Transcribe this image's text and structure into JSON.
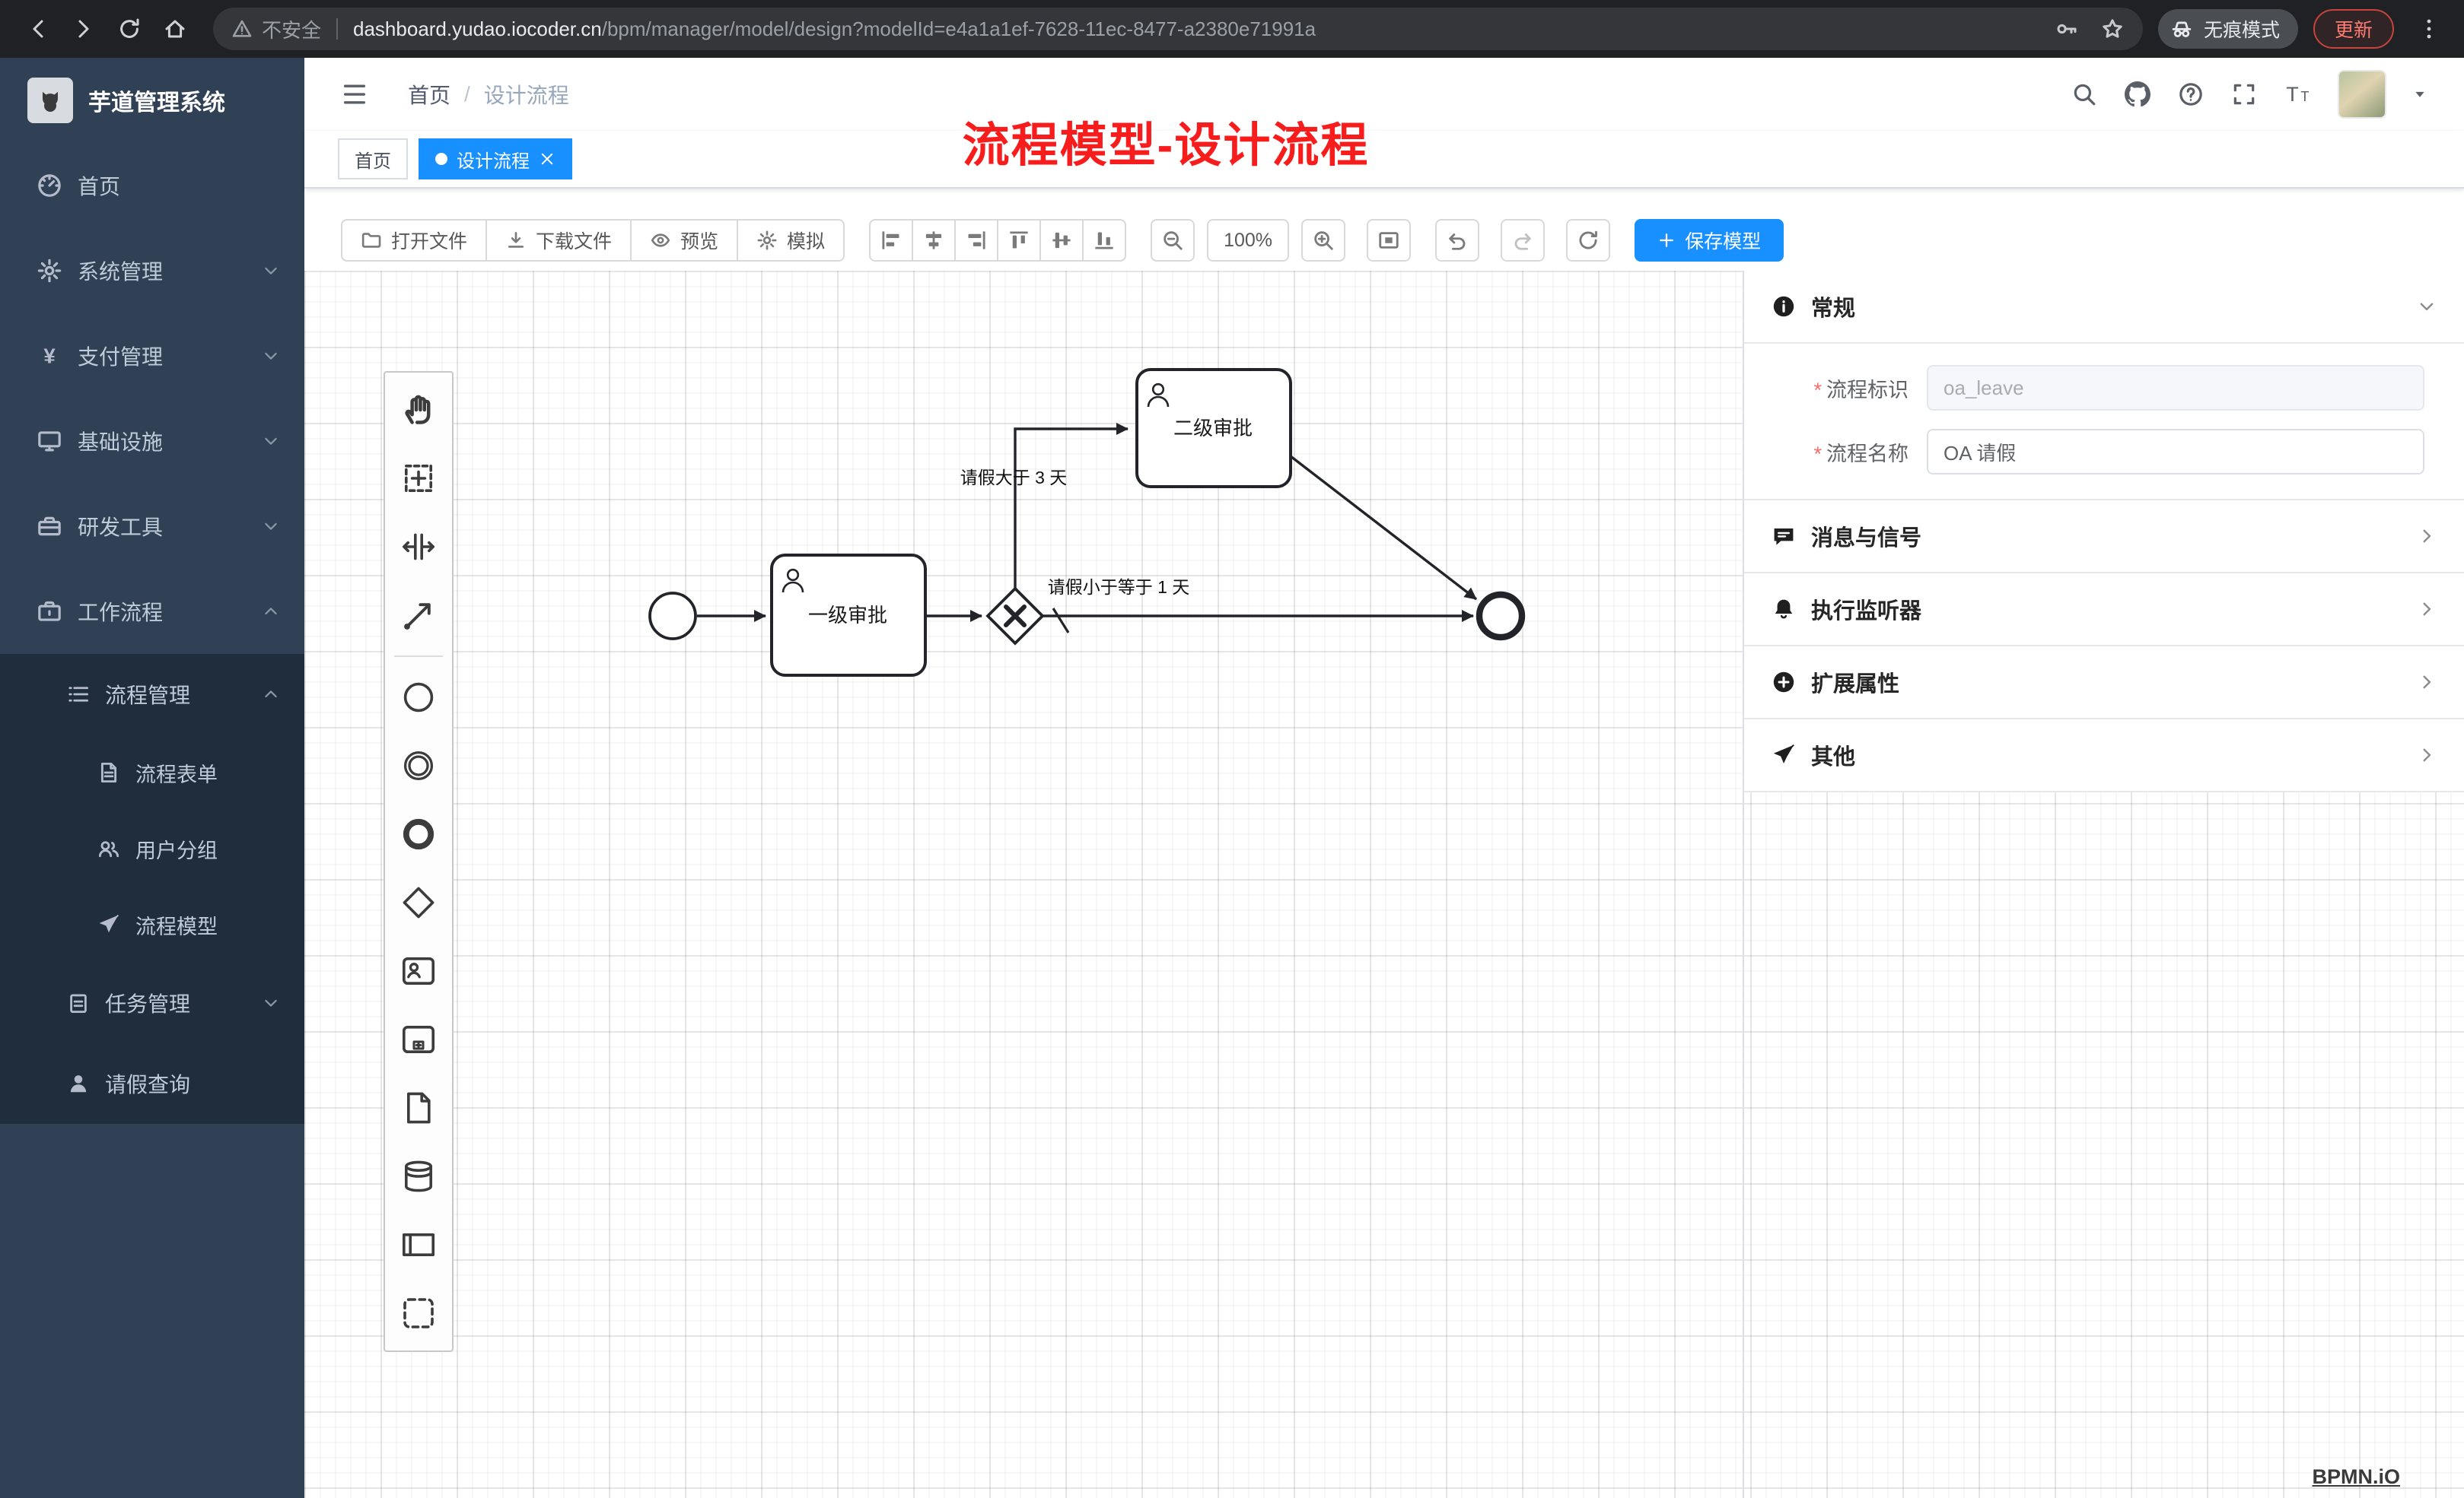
{
  "colors": {
    "accent": "#1890ff",
    "annotation_red": "#f81d1d",
    "chrome_bg": "#202124",
    "sidebar_bg": "#304156",
    "sidebar_submenu_bg": "#1f2d3d",
    "update_red": "#ff7b72"
  },
  "browser": {
    "security_label": "不安全",
    "url_domain": "dashboard.yudao.iocoder.cn",
    "url_path": "/bpm/manager/model/design?modelId=e4a1a1ef-7628-11ec-8477-a2380e71991a",
    "incognito_label": "无痕模式",
    "update_label": "更新"
  },
  "sidebar": {
    "app_title": "芋道管理系统",
    "items": [
      {
        "label": "首页"
      },
      {
        "label": "系统管理"
      },
      {
        "label": "支付管理"
      },
      {
        "label": "基础设施"
      },
      {
        "label": "研发工具"
      },
      {
        "label": "工作流程"
      },
      {
        "label": "流程管理"
      },
      {
        "label": "流程表单"
      },
      {
        "label": "用户分组"
      },
      {
        "label": "流程模型"
      },
      {
        "label": "任务管理"
      },
      {
        "label": "请假查询"
      }
    ]
  },
  "header": {
    "breadcrumb": {
      "home": "首页",
      "separator": "/",
      "current": "设计流程"
    },
    "annotation": "流程模型-设计流程"
  },
  "tabs": {
    "tab1": "首页",
    "tab2": "设计流程"
  },
  "toolbar": {
    "open_file": "打开文件",
    "download_file": "下载文件",
    "preview": "预览",
    "simulate": "模拟",
    "zoom_level": "100%",
    "save_model": "保存模型"
  },
  "diagram": {
    "task1": "一级审批",
    "task2": "二级审批",
    "flow_gt": "请假大于 3 天",
    "flow_le": "请假小于等于 1 天",
    "watermark": "BPMN.iO"
  },
  "panel": {
    "general": {
      "title": "常规",
      "fields": [
        {
          "label": "流程标识",
          "value": "oa_leave"
        },
        {
          "label": "流程名称",
          "value": "OA 请假"
        }
      ]
    },
    "sections": [
      {
        "label": "消息与信号"
      },
      {
        "label": "执行监听器"
      },
      {
        "label": "扩展属性"
      },
      {
        "label": "其他"
      }
    ]
  }
}
